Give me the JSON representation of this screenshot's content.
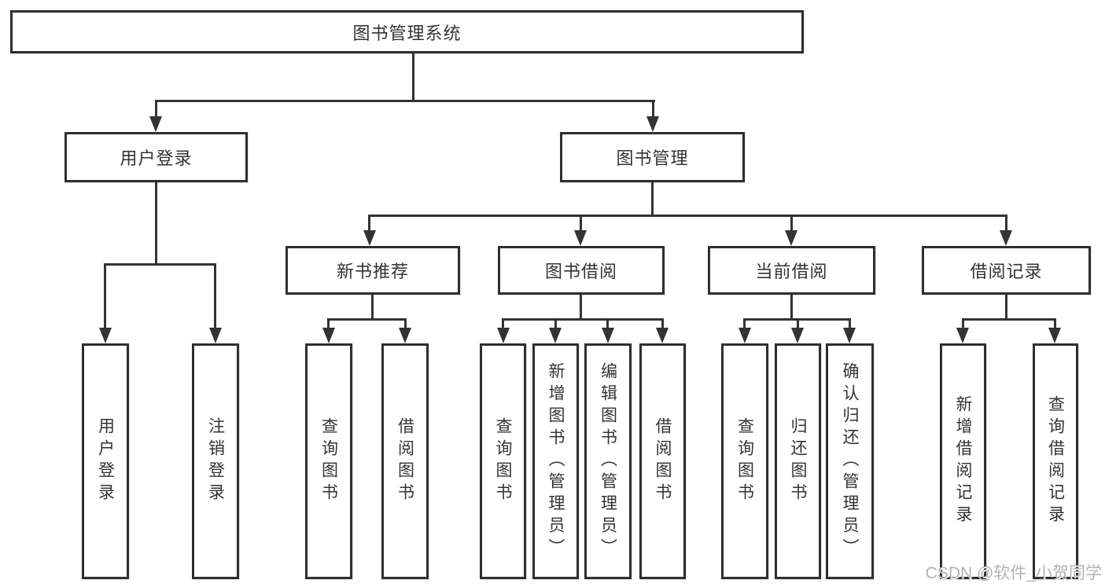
{
  "diagram": {
    "title": "图书管理系统",
    "level2": [
      {
        "label": "用户登录"
      },
      {
        "label": "图书管理"
      }
    ],
    "level3": [
      {
        "label": "新书推荐"
      },
      {
        "label": "图书借阅"
      },
      {
        "label": "当前借阅"
      },
      {
        "label": "借阅记录"
      }
    ],
    "leaves": {
      "user_login": [
        {
          "label": "用户登录"
        },
        {
          "label": "注销登录"
        }
      ],
      "new_books": [
        {
          "label": "查询图书"
        },
        {
          "label": "借阅图书"
        }
      ],
      "book_borrow": [
        {
          "label": "查询图书"
        },
        {
          "label": "新增图书（管理员）"
        },
        {
          "label": "编辑图书（管理员）"
        },
        {
          "label": "借阅图书"
        }
      ],
      "current_borrow": [
        {
          "label": "查询图书"
        },
        {
          "label": "归还图书"
        },
        {
          "label": "确认归还（管理员）"
        }
      ],
      "borrow_records": [
        {
          "label": "新增借阅记录"
        },
        {
          "label": "查询借阅记录"
        }
      ]
    },
    "watermark": "CSDN @软件_小贺同学",
    "colors": {
      "line": "#333333",
      "border": "#2f2f2f",
      "text": "#333333",
      "watermark": "#b3b3b3",
      "background": "#ffffff"
    }
  }
}
